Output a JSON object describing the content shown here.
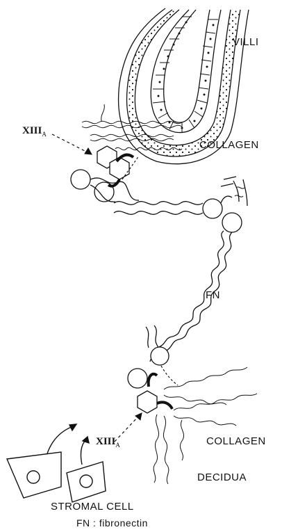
{
  "labels": {
    "villi": "VILLI",
    "collagen_top": "COLLAGEN",
    "fn": "FN",
    "collagen_bottom": "COLLAGEN",
    "decidua": "DECIDUA",
    "stromal_cell": "STROMAL CELL",
    "xiii_top_main": "XIII",
    "xiii_top_sub": "A",
    "xiii_bottom_main": "XIII",
    "xiii_bottom_sub": "A",
    "legend": "FN : fibronectin"
  }
}
